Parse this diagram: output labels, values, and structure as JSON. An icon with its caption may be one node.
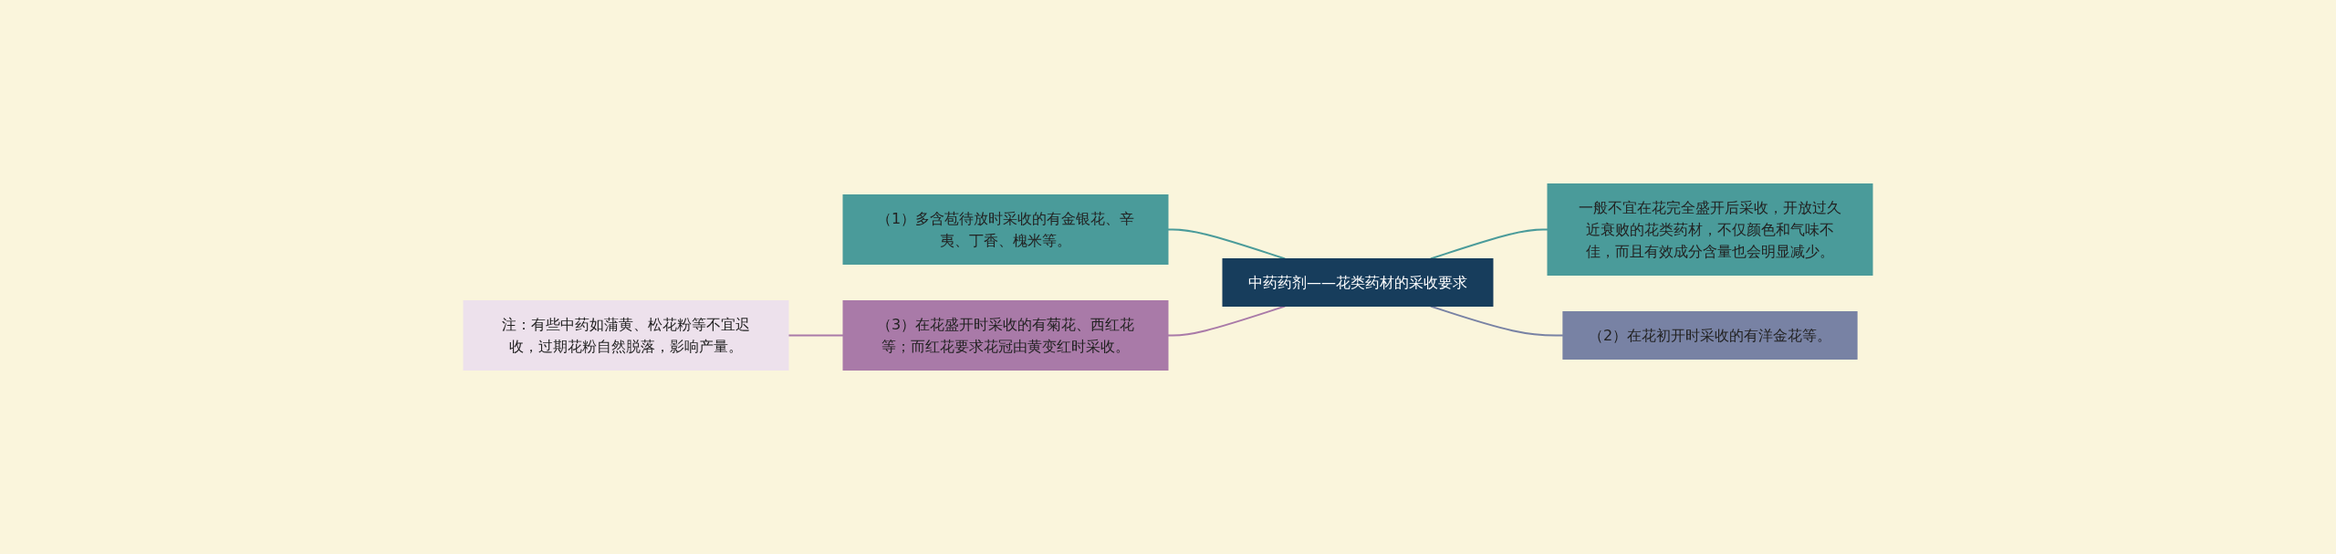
{
  "diagram": {
    "nodes": [
      {
        "text": [
          "中药药剂——花类药材的采收要求"
        ]
      },
      {
        "text": [
          "（1）多含苞待放时采收的有金银花、辛夷、丁香、槐米等。"
        ]
      },
      {
        "text": [
          "（3）在花盛开时采收的有菊花、西红花等；而红花要求花冠由黄变红时采收。"
        ]
      },
      {
        "text": [
          "注：有些中药如蒲黄、松花粉等不宜迟收，过期花粉自然脱落，影响产量。"
        ]
      },
      {
        "text": [
          "一般不宜在花完全盛开后采收，开放过久近衰败的花类药材，不仅颜色和气味不佳，而且有效成分含量也会明显减少。"
        ]
      },
      {
        "text": [
          "（2）在花初开时采收的有洋金花等。"
        ]
      }
    ],
    "edges": [
      {
        "from": 0,
        "to": 1,
        "arrow": "none",
        "color": "#4a9b9a"
      },
      {
        "from": 0,
        "to": 2,
        "arrow": "none",
        "color": "#a97aa8"
      },
      {
        "from": 2,
        "to": 3,
        "arrow": "none",
        "color": "#a97aa8"
      },
      {
        "from": 0,
        "to": 4,
        "arrow": "none",
        "color": "#4a9b9a"
      },
      {
        "from": 0,
        "to": 5,
        "arrow": "none",
        "color": "#7882a4"
      }
    ]
  }
}
